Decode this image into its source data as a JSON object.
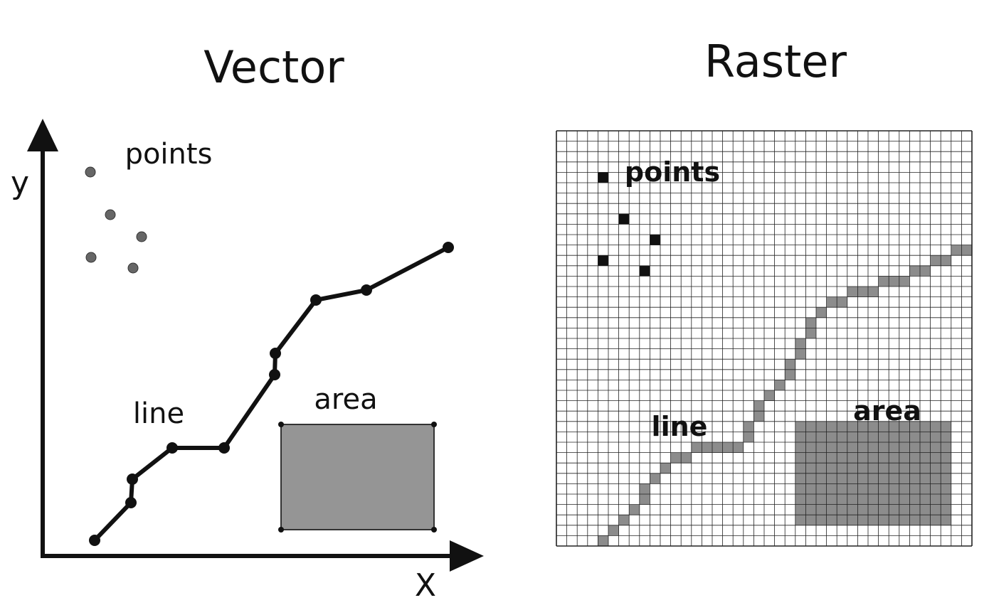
{
  "vector_panel": {
    "title": "Vector",
    "axis_x_label": "X",
    "axis_y_label": "y",
    "points_label": "points",
    "line_label": "line",
    "area_label": "area"
  },
  "raster_panel": {
    "title": "Raster",
    "points_label": "points",
    "line_label": "line",
    "area_label": "area"
  },
  "colors": {
    "ink": "#111111",
    "point_fill": "#666666",
    "area_fill": "#959595",
    "raster_cell_fill": "#8c8c8c",
    "raster_point_fill": "#111111",
    "grid_line": "#222222"
  }
}
